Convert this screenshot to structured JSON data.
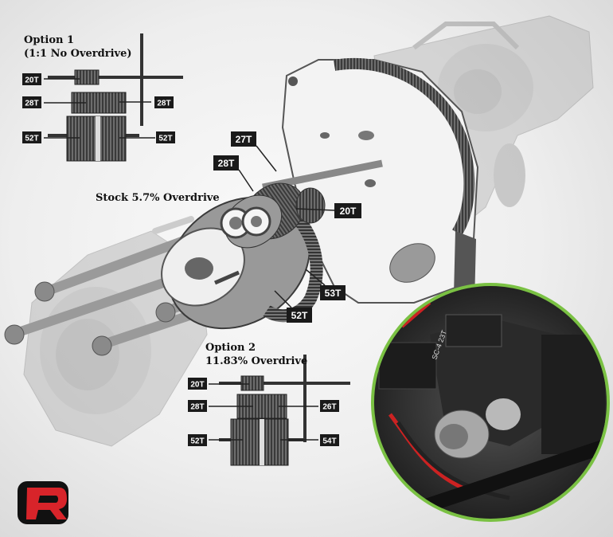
{
  "option1": {
    "title": "Option 1",
    "subtitle": "(1:1 No Overdrive)",
    "labels": {
      "top_left": "20T",
      "mid_left": "28T",
      "mid_right": "28T",
      "bot_left": "52T",
      "bot_right": "52T"
    }
  },
  "stock": {
    "title": "Stock 5.7% Overdrive",
    "labels": {
      "t27": "27T",
      "t28": "28T",
      "t20": "20T",
      "t53": "53T",
      "t52": "52T"
    }
  },
  "option2": {
    "title": "Option 2",
    "subtitle": "11.83% Overdrive",
    "labels": {
      "top_left": "20T",
      "mid_left": "28T",
      "mid_right": "26T",
      "bot_left": "52T",
      "bot_right": "54T"
    }
  },
  "inset": {
    "motor_label": "SC-4 23T"
  },
  "logo": {
    "letter": "R"
  },
  "colors": {
    "label_bg": "#1a1a1a",
    "inset_ring": "#7ac143",
    "logo_red": "#d8242a"
  }
}
